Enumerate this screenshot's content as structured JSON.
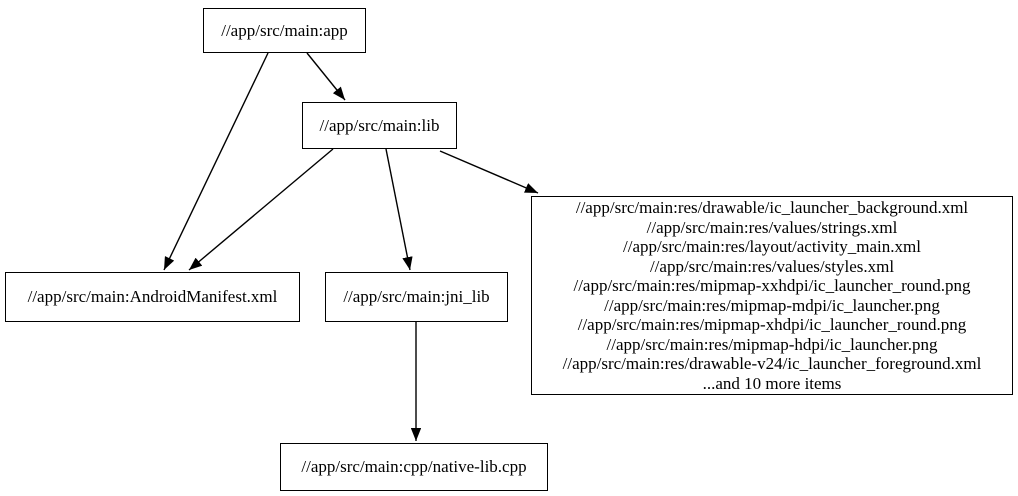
{
  "diagram": {
    "type": "dependency-graph",
    "background_color": "#ffffff",
    "node_fill_color": "#ffffff",
    "node_border_color": "#000000",
    "edge_color": "#000000",
    "text_color": "#000000",
    "nodes": {
      "app": {
        "label": "//app/src/main:app"
      },
      "lib": {
        "label": "//app/src/main:lib"
      },
      "manifest": {
        "label": "//app/src/main:AndroidManifest.xml"
      },
      "jni_lib": {
        "label": "//app/src/main:jni_lib"
      },
      "native_lib": {
        "label": "//app/src/main:cpp/native-lib.cpp"
      },
      "res_group": {
        "lines": [
          "//app/src/main:res/drawable/ic_launcher_background.xml",
          "//app/src/main:res/values/strings.xml",
          "//app/src/main:res/layout/activity_main.xml",
          "//app/src/main:res/values/styles.xml",
          "//app/src/main:res/mipmap-xxhdpi/ic_launcher_round.png",
          "//app/src/main:res/mipmap-mdpi/ic_launcher.png",
          "//app/src/main:res/mipmap-xhdpi/ic_launcher_round.png",
          "//app/src/main:res/mipmap-hdpi/ic_launcher.png",
          "//app/src/main:res/drawable-v24/ic_launcher_foreground.xml",
          "...and 10 more items"
        ]
      }
    },
    "edges": [
      {
        "from": "app",
        "to": "lib"
      },
      {
        "from": "app",
        "to": "manifest"
      },
      {
        "from": "lib",
        "to": "manifest"
      },
      {
        "from": "lib",
        "to": "jni_lib"
      },
      {
        "from": "lib",
        "to": "res_group"
      },
      {
        "from": "jni_lib",
        "to": "native_lib"
      }
    ]
  }
}
